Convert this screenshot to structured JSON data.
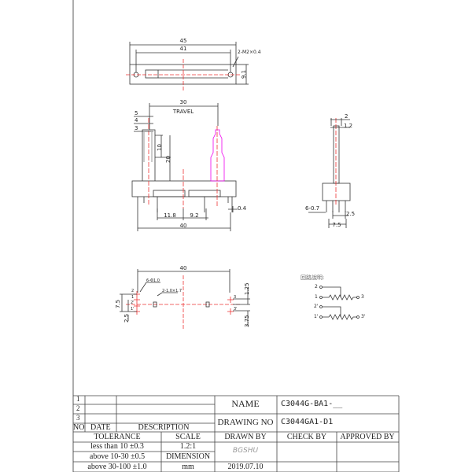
{
  "top_view": {
    "dim_overall": "45",
    "dim_holes": "41",
    "hole_note": "2-M2×0.4",
    "dim_height": "9.1"
  },
  "front_view": {
    "dim_travel": "30",
    "travel_label": "TRAVEL",
    "dim_5": "5",
    "dim_4": "4",
    "dim_3": "3",
    "dim_10": "10",
    "dim_20": "20",
    "dim_11_8": "11.8",
    "dim_9_2": "9.2",
    "dim_0_4": "0.4",
    "dim_40": "40"
  },
  "side_view": {
    "dim_2": "2",
    "dim_1_2": "1.2",
    "pin_note": "6-0.7",
    "dim_2_5": "2.5",
    "dim_7_5": "7.5"
  },
  "bottom_view": {
    "dim_40": "40",
    "hole_note_pins": "6-Φ1.0",
    "hole_note_slots": "2-1.0×1.7",
    "dim_7_5": "7.5",
    "dim_2_5": "2.5",
    "dim_1_25": "1.25",
    "dim_3_75": "3.75",
    "pins_left": [
      "2",
      "1",
      "2'",
      "1'"
    ],
    "pins_right": [
      "3",
      "3'"
    ]
  },
  "circuit": {
    "title": "回路說明:",
    "pins": [
      "2",
      "1",
      "3",
      "2'",
      "1'",
      "3'"
    ]
  },
  "title_block": {
    "revisions": [
      "1",
      "2",
      "3"
    ],
    "no_label": "NO",
    "date_label": "DATE",
    "description_label": "DESCRIPTION",
    "name_label": "NAME",
    "name_value": "C3044G-BA1-__",
    "drawing_no_label": "DRAWING NO",
    "drawing_no_value": "C3044GA1-D1",
    "tolerance_label": "TOLERANCE",
    "scale_label": "SCALE",
    "drawn_by_label": "DRAWN BY",
    "check_by_label": "CHECK BY",
    "approved_by_label": "APPROVED BY",
    "tolerances": [
      "less than  10  ±0.3",
      "above 10-30 ±0.5",
      "above 30-100 ±1.0"
    ],
    "scale_value": "1.2:1",
    "dimension_label": "DIMENSION",
    "dimension_unit": "mm",
    "drawn_by_signature": "BGSHU",
    "date_value": "2019.07.10"
  }
}
